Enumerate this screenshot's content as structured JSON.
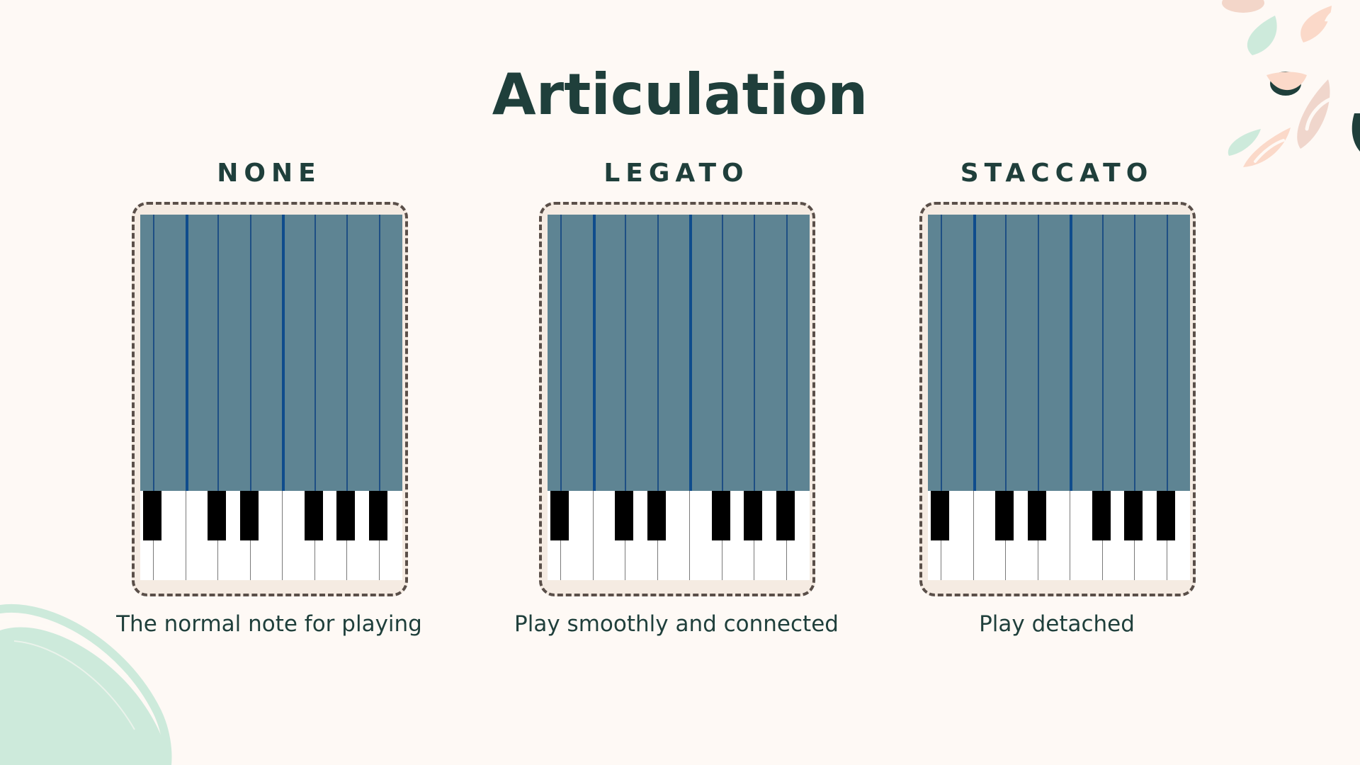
{
  "title": "Articulation",
  "cards": [
    {
      "heading": "NONE",
      "caption": "The normal note for playing"
    },
    {
      "heading": "LEGATO",
      "caption": "Play smoothly and connected"
    },
    {
      "heading": "STACCATO",
      "caption": "Play detached"
    }
  ],
  "colors": {
    "background": "#fef9f5",
    "text": "#1f3f3b",
    "frame_border": "#5a4f49",
    "frame_fill": "#f5ebe2",
    "piano_roll": "#5e8493",
    "roll_lines": "#1e4f84",
    "mint": "#cdeadb",
    "peach": "#fbd9c9"
  },
  "icons": [
    "piano-keyboard-icon",
    "paint-brush-stroke-decoration",
    "paint-splatter-decoration"
  ]
}
